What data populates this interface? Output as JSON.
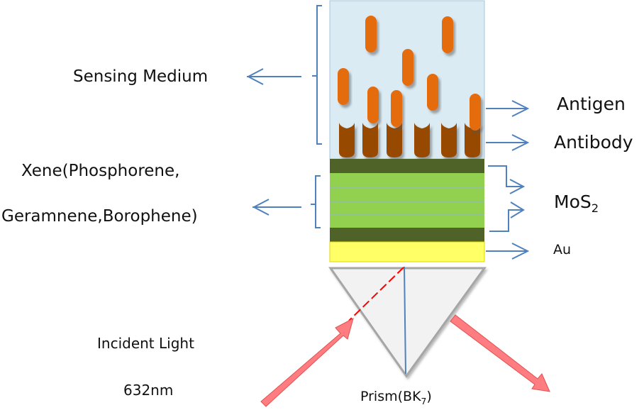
{
  "labels": {
    "sensing_medium": "Sensing Medium",
    "antigen": "Antigen",
    "antibody": "Antibody",
    "xene_line1": "Xene(Phosphorene,",
    "xene_line2": "Geramnene,Borophene)",
    "mos2_base": "MoS",
    "mos2_sub": "2",
    "au": "Au",
    "incident_light": "Incident Light",
    "wavelength": "632nm",
    "prism_base": "Prism(BK",
    "prism_sub": "7",
    "prism_close": ")"
  },
  "colors": {
    "sensing_medium": "#dbebf3",
    "antigen": "#e46c0a",
    "antibody": "#974806",
    "mos2": "#4f6228",
    "xene": "#92d050",
    "gold": "#ffff66",
    "prism": "#f2f2f2",
    "light_arrow": "#ff7c80",
    "pointer": "#4f81bd",
    "dashed_ray": "#ff0000"
  },
  "structure": {
    "xene_sublayers": 4,
    "antibody_count": 6,
    "antigen_count": 8
  }
}
